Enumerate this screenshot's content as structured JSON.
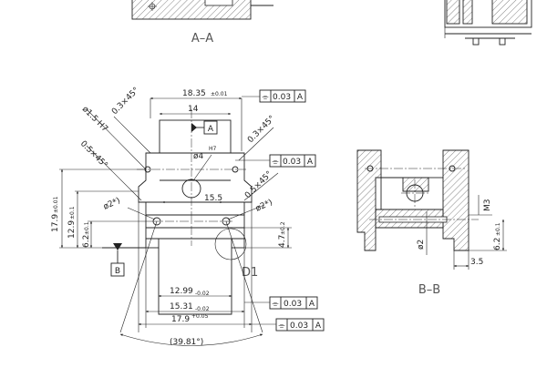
{
  "views": {
    "section_aa": "A–A",
    "section_bb": "B–B",
    "detail": "D1"
  },
  "datums": {
    "a": "A",
    "b": "B"
  },
  "dimensions": {
    "top_width": "18.35",
    "top_width_tol": "±0.01",
    "inner_width": "14",
    "hole_h7": "ø1.5 H7",
    "chamfer_left": "0.3×45°",
    "chamfer_right": "0.3×45°",
    "chamfer_left2": "0.5×45°",
    "chamfer_right2": "0.5×45°",
    "center_hole": "ø4",
    "center_hole_fit": "H7",
    "hole_left": "ø2*)",
    "hole_right": "ø2*)",
    "gap": "15.5",
    "height_total": "17.9",
    "height_total_tol": "±0.01",
    "height_mid": "12.9",
    "height_mid_tol": "±0.1",
    "height_low": "6.2",
    "height_low_tol": "±0.1",
    "depth": "4.7",
    "depth_tol": "±0.2",
    "slot_1": "12.99",
    "slot_1_tol": "-0.02",
    "slot_2": "15.31",
    "slot_2_tol": "-0.02",
    "slot_3": "17.9",
    "slot_3_tol": "+0.05",
    "angle": "(39.81°)",
    "bb_thread": "M3",
    "bb_hole": "ø2",
    "bb_height": "6.2",
    "bb_height_tol": "±0.1",
    "bb_offset": "3.5"
  },
  "tolerance_frames": {
    "symbol": "⌯",
    "f1": {
      "value": "0.03",
      "datum": "A"
    },
    "f2": {
      "value": "0.03",
      "datum": "A"
    },
    "f3": {
      "value": "0.03",
      "datum": "A"
    },
    "f4": {
      "value": "0.03",
      "datum": "A"
    }
  }
}
